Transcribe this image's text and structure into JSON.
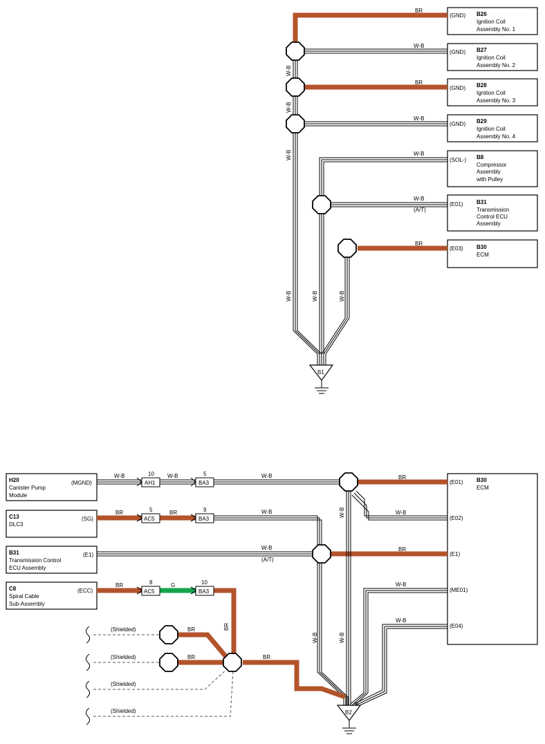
{
  "colors": {
    "BR": "#b3532c",
    "G": "#13a54a",
    "W-B": "#000000",
    "box": "#000000",
    "shield": "#555555"
  },
  "top": {
    "components": [
      {
        "id": "B26",
        "pin": "(GND)",
        "name": [
          "Ignition Coil",
          "Assembly No.  1"
        ]
      },
      {
        "id": "B27",
        "pin": "(GND)",
        "name": [
          "Ignition Coil",
          "Assembly No.  2"
        ]
      },
      {
        "id": "B28",
        "pin": "(GND)",
        "name": [
          "Ignition Coil",
          "Assembly No.  3"
        ]
      },
      {
        "id": "B29",
        "pin": "(GND)",
        "name": [
          "Ignition Coil",
          "Assembly No.  4"
        ]
      },
      {
        "id": "B8",
        "pin": "(SOL-)",
        "name": [
          "Compressor",
          "Assembly",
          "with Pulley"
        ]
      },
      {
        "id": "B31",
        "pin": "(E01)",
        "name": [
          "Transmission",
          "Control ECU",
          "Assembly"
        ]
      },
      {
        "id": "B30",
        "pin": "(E03)",
        "name": [
          "ECM"
        ]
      }
    ],
    "wires": {
      "b26": "BR",
      "b27": "W-B",
      "b28": "BR",
      "b29": "W-B",
      "b8": "W-B",
      "b31": "W-B",
      "b30": "BR",
      "v1": "W-B",
      "v2": "W-B",
      "v3": "W-B",
      "v4": "W-B",
      "v5": "W-B",
      "v6": "W-B"
    },
    "at_note": "(A/T)",
    "ground": "B1"
  },
  "bottom": {
    "left_components": [
      {
        "id": "H20",
        "pin": "(MGND)",
        "name": [
          "Canister Pump",
          "Module"
        ]
      },
      {
        "id": "C13",
        "pin": "(SG)",
        "name": [
          "DLC3"
        ]
      },
      {
        "id": "B31",
        "pin": "(E1)",
        "name": [
          "Transmission Control",
          "ECU Assembly"
        ]
      },
      {
        "id": "C8",
        "pin": "(ECC)",
        "name": [
          "Spiral Cable",
          "Sub-Assembly"
        ]
      }
    ],
    "connectors": [
      {
        "num": "10",
        "name": "AH1"
      },
      {
        "num": "5",
        "name": "BA3"
      },
      {
        "num": "5",
        "name": "AC5"
      },
      {
        "num": "9",
        "name": "BA3"
      },
      {
        "num": "8",
        "name": "AC5"
      },
      {
        "num": "10",
        "name": "BA3"
      }
    ],
    "ecm": {
      "id": "B30",
      "name": "ECM",
      "pins": [
        "(E01)",
        "(E02)",
        "(E1)",
        "(ME01)",
        "(E04)"
      ]
    },
    "wires": {
      "h20_a": "W-B",
      "h20_b": "W-B",
      "h20_c": "W-B",
      "c13_a": "BR",
      "c13_b": "BR",
      "c13_c": "W-B",
      "b31_a": "W-B",
      "c8_a": "BR",
      "c8_b": "G",
      "c8_c": "BR",
      "e01": "BR",
      "e02": "W-B",
      "e1": "BR",
      "me01": "W-B",
      "e04": "W-B",
      "sh1": "BR",
      "sh2": "BR",
      "jn": "BR",
      "out": "BR",
      "v1": "W-B",
      "v2": "W-B",
      "v3": "W-B"
    },
    "at_note": "(A/T)",
    "shielded": [
      "(Shielded)",
      "(Shielded)",
      "(Shielded)",
      "(Shielded)"
    ],
    "ground": "B2"
  }
}
